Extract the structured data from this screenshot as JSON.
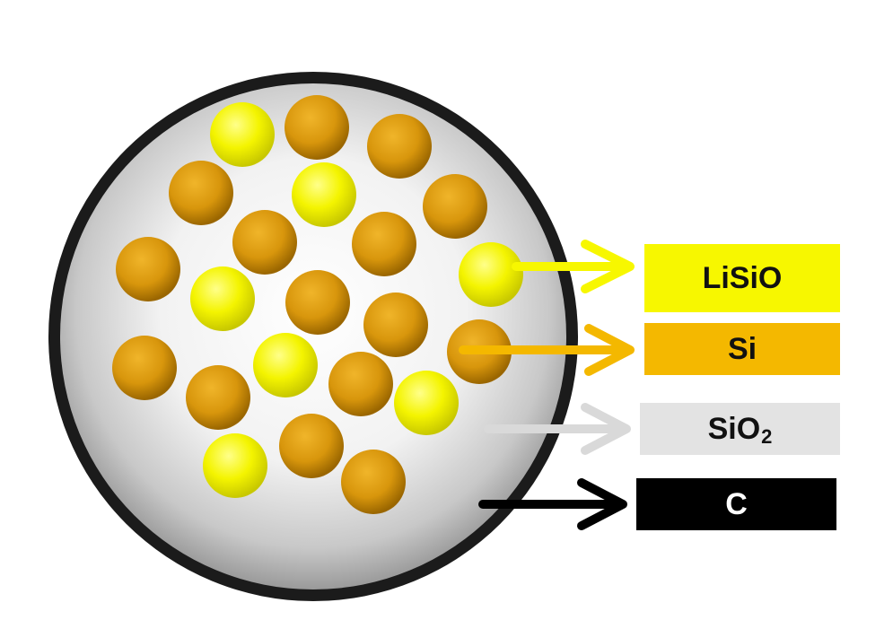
{
  "labels": {
    "lisio": {
      "text": "LiSiO",
      "color": "#f7f700"
    },
    "si": {
      "text": "Si",
      "color": "#f4b800"
    },
    "sio2": {
      "text": "SiO",
      "subscript": "2",
      "color": "#e3e3e3"
    },
    "c": {
      "text": "C",
      "color": "#000000"
    }
  },
  "colors": {
    "shell": "#1a1a1a",
    "matrix_light": "#ffffff",
    "matrix_dark": "#a9a9a9",
    "lisio_particle": "#f5f500",
    "si_particle": "#d89a10"
  }
}
